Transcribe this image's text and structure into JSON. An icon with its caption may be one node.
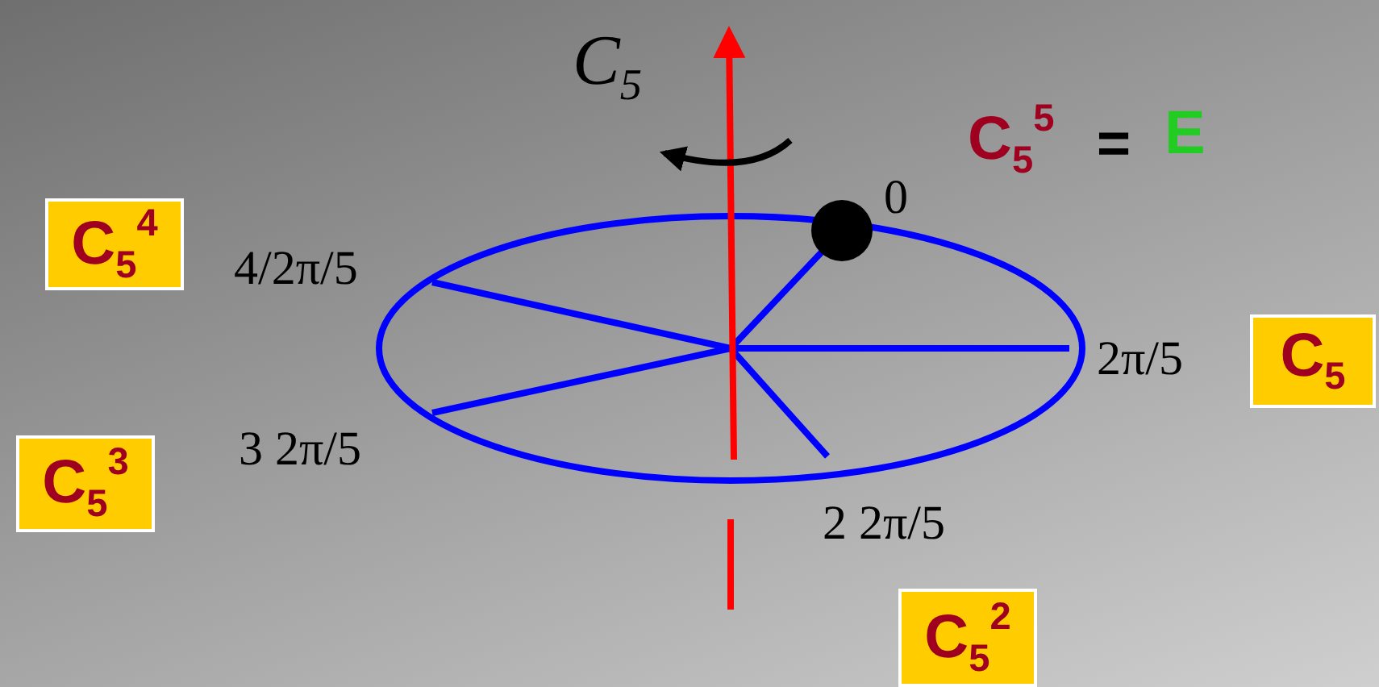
{
  "diagram": {
    "nodes": [
      {
        "text": [
          "C$_{5}$$^{4}$"
        ]
      },
      {
        "text": [
          "C$_{5}$"
        ]
      },
      {
        "text": [
          "C$_{5}$$^{3}$"
        ]
      },
      {
        "text": [
          "C$_{5}$$^{2}$"
        ]
      }
    ],
    "labels": [
      "C$_{5}$",
      "C$_{5}$$^{5}$",
      "=",
      "E",
      "0",
      "4/2π/5",
      "2π/5",
      "3 2π/5",
      "2 2π/5"
    ]
  }
}
